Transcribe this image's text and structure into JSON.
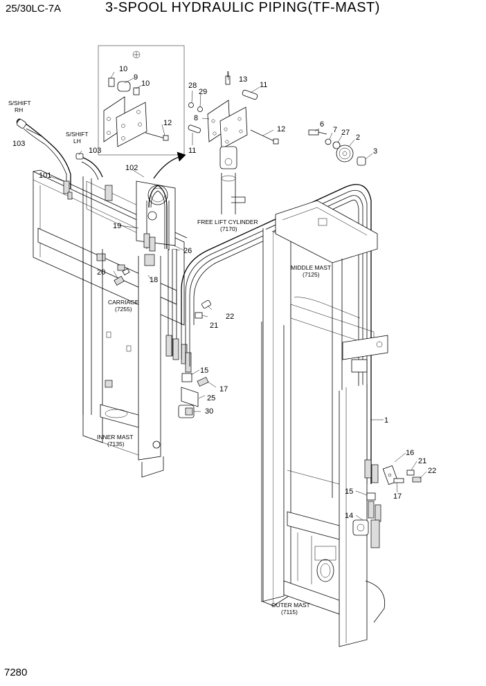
{
  "header": {
    "model": "25/30LC-7A",
    "title": "3-SPOOL HYDRAULIC PIPING(TF-MAST)"
  },
  "footer": {
    "page_number": "7280"
  },
  "callouts": {
    "c1": "1",
    "c2": "2",
    "c3": "3",
    "c6": "6",
    "c7": "7",
    "c8": "8",
    "c9": "9",
    "c10a": "10",
    "c10b": "10",
    "c11a": "11",
    "c11b": "11",
    "c12a": "12",
    "c12b": "12",
    "c13": "13",
    "c14": "14",
    "c15a": "15",
    "c15b": "15",
    "c16": "16",
    "c17a": "17",
    "c17b": "17",
    "c18": "18",
    "c19": "19",
    "c20": "20",
    "c21a": "21",
    "c21b": "21",
    "c22a": "22",
    "c22b": "22",
    "c25": "25",
    "c26": "26",
    "c27": "27",
    "c28": "28",
    "c29": "29",
    "c30": "30",
    "c101": "101",
    "c102": "102",
    "c103a": "103",
    "c103b": "103"
  },
  "labels": {
    "sshift_rh_1": "S/SHIFT",
    "sshift_rh_2": "RH",
    "sshift_lh_1": "S/SHIFT",
    "sshift_lh_2": "LH",
    "free_lift_1": "FREE LIFT CYLINDER",
    "free_lift_2": "(7170)",
    "middle_mast_1": "MIDDLE MAST",
    "middle_mast_2": "(7125)",
    "carriage_1": "CARRIAGE",
    "carriage_2": "(7255)",
    "inner_mast_1": "INNER MAST",
    "inner_mast_2": "(7135)",
    "outer_mast_1": "OUTER MAST",
    "outer_mast_2": "(7115)"
  }
}
